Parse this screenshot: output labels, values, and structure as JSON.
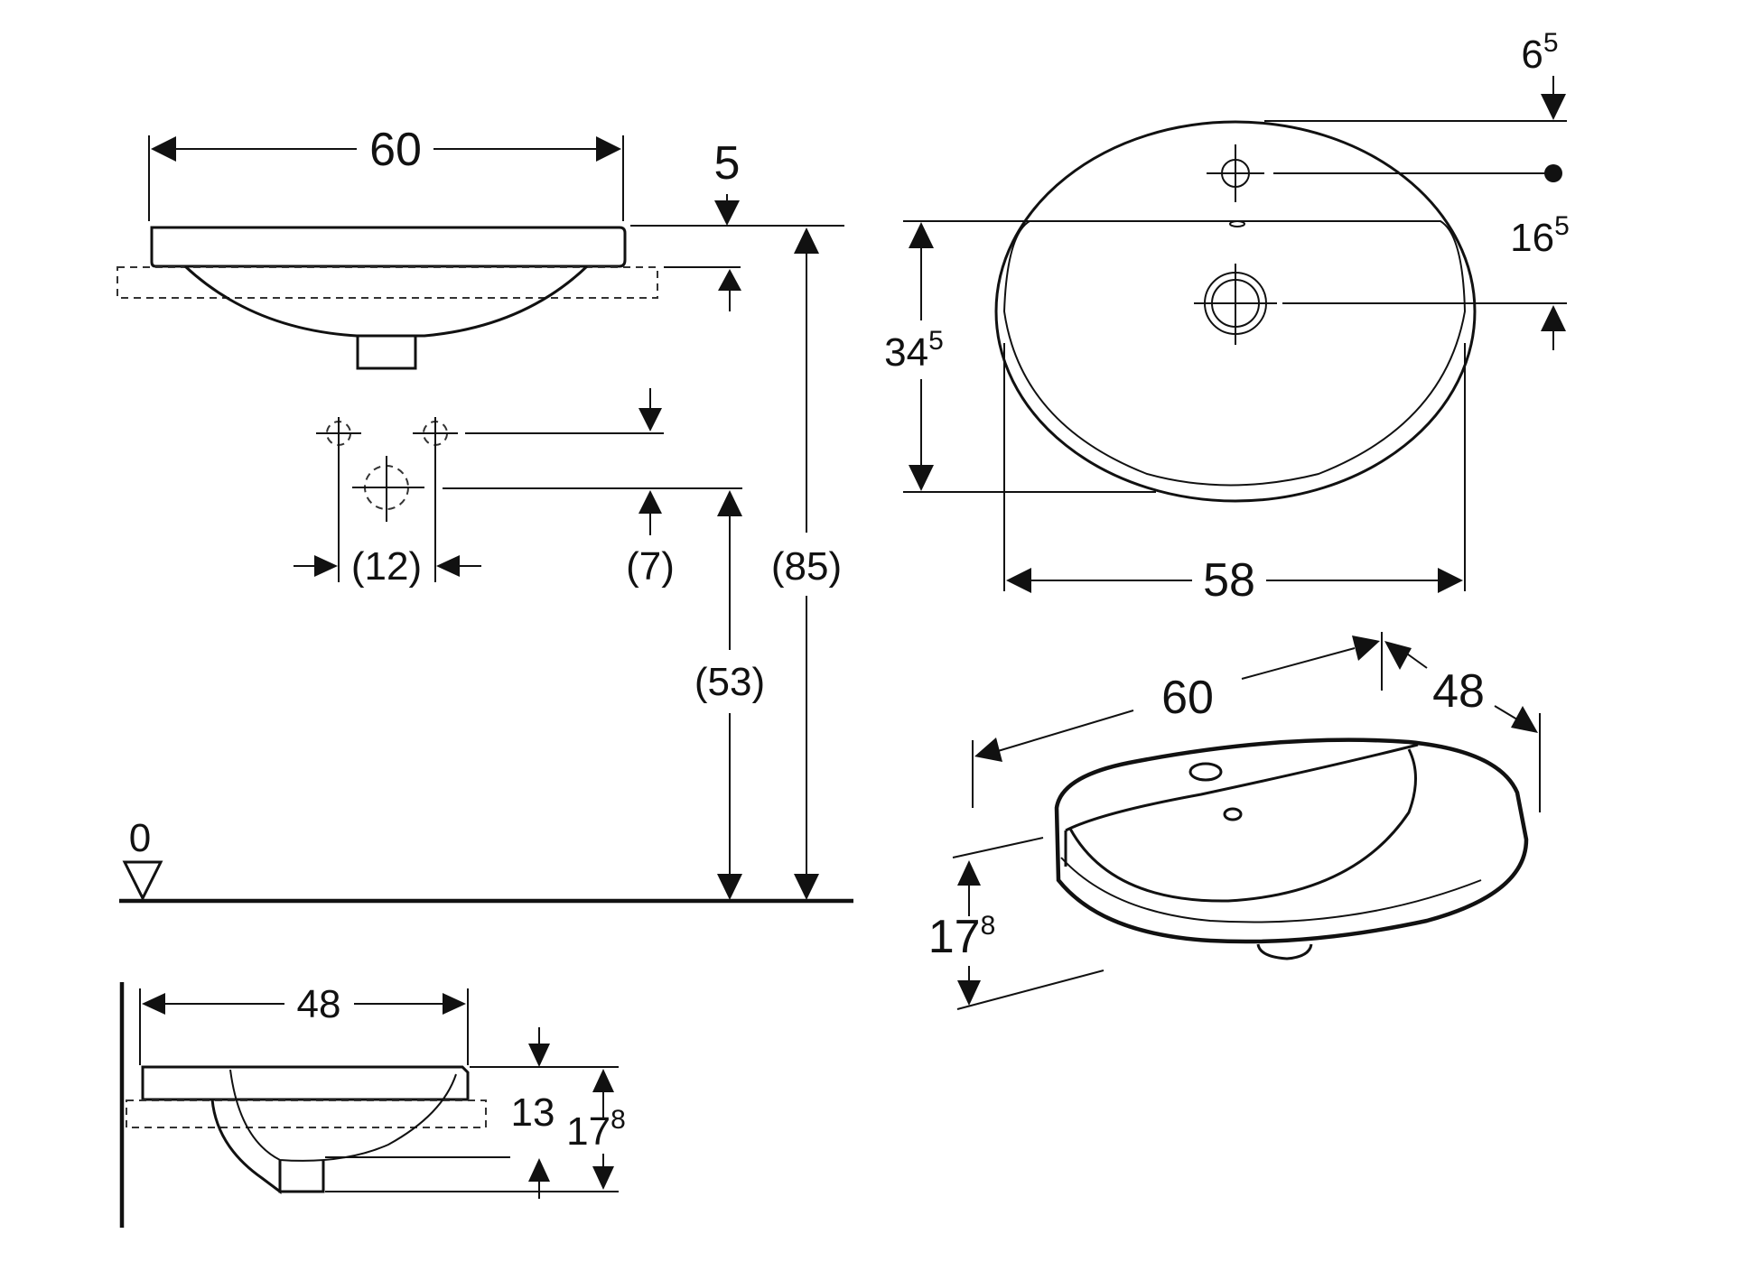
{
  "front_view": {
    "width": "60",
    "rim": "5",
    "tap_spacing": "(12)",
    "tap_offset": "(7)",
    "waste_height": "(53)",
    "total_height": "(85)",
    "floor_level": "0"
  },
  "side_view": {
    "depth": "48",
    "bowl_depth": "13",
    "total_height_base": "17",
    "total_height_sup": "8"
  },
  "plan_view": {
    "top_offset_base": "6",
    "top_offset_sup": "5",
    "tap_to_waste_base": "16",
    "tap_to_waste_sup": "5",
    "inner_depth_base": "34",
    "inner_depth_sup": "5",
    "inner_width": "58"
  },
  "iso_view": {
    "width": "60",
    "depth": "48",
    "height_base": "17",
    "height_sup": "8"
  }
}
